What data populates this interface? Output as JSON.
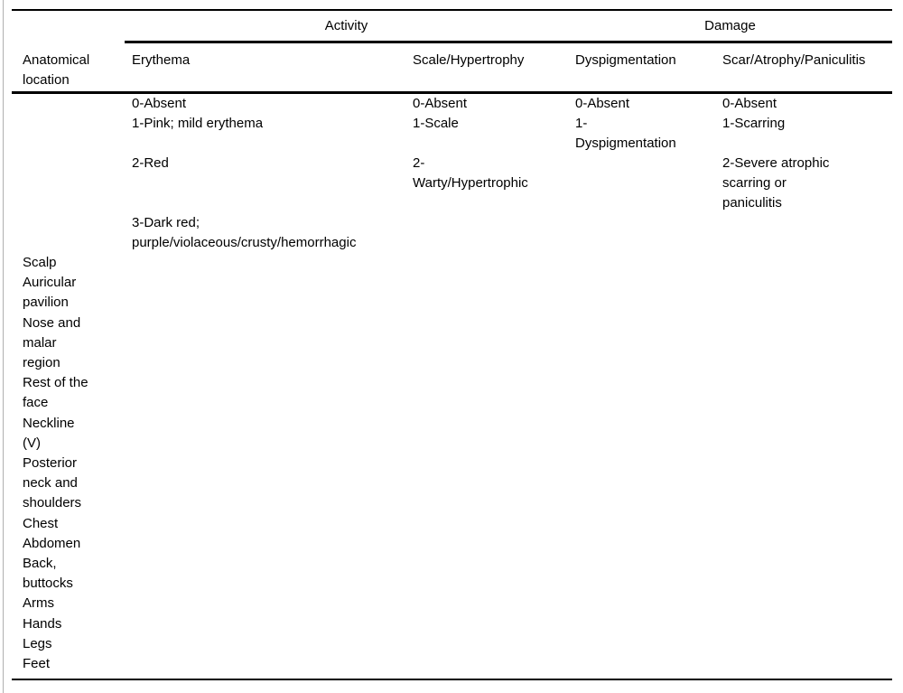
{
  "page": {
    "background": "#ffffff",
    "text_color": "#000000",
    "rule_color": "#000000",
    "edge_line_color": "#b0b0b0"
  },
  "table": {
    "group_headers": {
      "activity": "Activity",
      "damage": "Damage"
    },
    "column_headers": {
      "anatomical": [
        "Anatomical",
        "location"
      ],
      "erythema": "Erythema",
      "scale_hypertrophy": "Scale/Hypertrophy",
      "dyspigmentation": "Dyspigmentation",
      "scar_atrophy_paniculitis": "Scar/Atrophy/Paniculitis"
    },
    "scale_rows": [
      {
        "erythema": [
          "0-Absent"
        ],
        "scale_hypertrophy": [
          "0-Absent"
        ],
        "dyspigmentation": [
          "0-Absent"
        ],
        "scar_atrophy_paniculitis": [
          "0-Absent"
        ]
      },
      {
        "erythema": [
          "1-Pink; mild erythema"
        ],
        "scale_hypertrophy": [
          "1-Scale"
        ],
        "dyspigmentation": [
          "1-",
          "Dyspigmentation"
        ],
        "scar_atrophy_paniculitis": [
          "1-Scarring"
        ]
      },
      {
        "erythema": [
          "2-Red"
        ],
        "scale_hypertrophy": [
          "2-",
          "Warty/Hypertrophic"
        ],
        "dyspigmentation": [],
        "scar_atrophy_paniculitis": [
          "2-Severe atrophic",
          "scarring or",
          "paniculitis"
        ]
      },
      {
        "erythema": [
          "3-Dark red;",
          "purple/violaceous/crusty/hemorrhagic"
        ],
        "scale_hypertrophy": [],
        "dyspigmentation": [],
        "scar_atrophy_paniculitis": []
      }
    ],
    "anatomical_locations": [
      {
        "name": "Scalp",
        "lines": [
          "Scalp"
        ]
      },
      {
        "name": "Auricular pavilion",
        "lines": [
          "Auricular",
          "pavilion"
        ]
      },
      {
        "name": "Nose and malar region",
        "lines": [
          "Nose and",
          "malar",
          "region"
        ]
      },
      {
        "name": "Rest of the face",
        "lines": [
          "Rest of the",
          "face"
        ]
      },
      {
        "name": "Neckline (V)",
        "lines": [
          "Neckline",
          "(V)"
        ]
      },
      {
        "name": "Posterior neck and shoulders",
        "lines": [
          "Posterior",
          "neck and",
          "shoulders"
        ]
      },
      {
        "name": "Chest",
        "lines": [
          "Chest"
        ]
      },
      {
        "name": "Abdomen",
        "lines": [
          "Abdomen"
        ]
      },
      {
        "name": "Back, buttocks",
        "lines": [
          "Back,",
          "buttocks"
        ]
      },
      {
        "name": "Arms",
        "lines": [
          "Arms"
        ]
      },
      {
        "name": "Hands",
        "lines": [
          "Hands"
        ]
      },
      {
        "name": "Legs",
        "lines": [
          "Legs"
        ]
      },
      {
        "name": "Feet",
        "lines": [
          "Feet"
        ]
      }
    ]
  }
}
